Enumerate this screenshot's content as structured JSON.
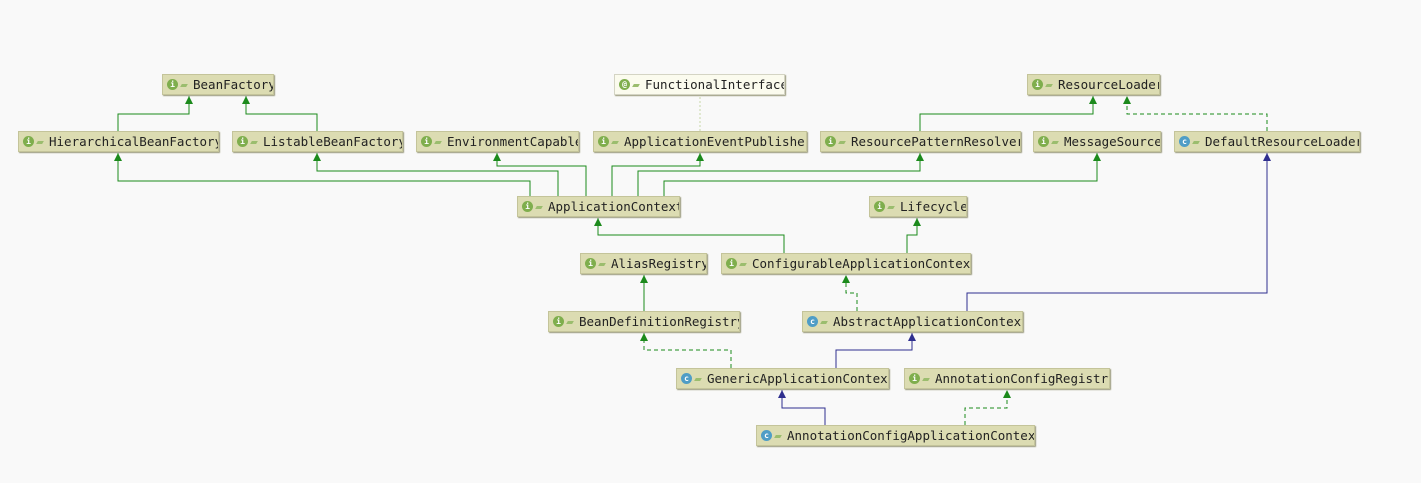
{
  "colors": {
    "extends_interface": "#1c8a1c",
    "extends_class": "#2f2f8f",
    "implements": "#1c8a1c",
    "annotation_link": "#c8d8a8",
    "node_bg": "#dcdcb2"
  },
  "nodes": {
    "bean_factory": {
      "label": "BeanFactory",
      "kind": "interface",
      "badge": "i",
      "icon": "interface-icon"
    },
    "functional_interface": {
      "label": "FunctionalInterface",
      "kind": "annotation",
      "badge": "@",
      "icon": "annotation-icon"
    },
    "resource_loader": {
      "label": "ResourceLoader",
      "kind": "interface",
      "badge": "i",
      "icon": "interface-icon"
    },
    "hierarchical_bean_factory": {
      "label": "HierarchicalBeanFactory",
      "kind": "interface",
      "badge": "i",
      "icon": "interface-icon"
    },
    "listable_bean_factory": {
      "label": "ListableBeanFactory",
      "kind": "interface",
      "badge": "i",
      "icon": "interface-icon"
    },
    "environment_capable": {
      "label": "EnvironmentCapable",
      "kind": "interface",
      "badge": "i",
      "icon": "interface-icon"
    },
    "application_event_publisher": {
      "label": "ApplicationEventPublisher",
      "kind": "interface",
      "badge": "i",
      "icon": "interface-icon"
    },
    "resource_pattern_resolver": {
      "label": "ResourcePatternResolver",
      "kind": "interface",
      "badge": "i",
      "icon": "interface-icon"
    },
    "message_source": {
      "label": "MessageSource",
      "kind": "interface",
      "badge": "i",
      "icon": "interface-icon"
    },
    "default_resource_loader": {
      "label": "DefaultResourceLoader",
      "kind": "class",
      "badge": "c",
      "icon": "class-icon"
    },
    "application_context": {
      "label": "ApplicationContext",
      "kind": "interface",
      "badge": "i",
      "icon": "interface-icon"
    },
    "lifecycle": {
      "label": "Lifecycle",
      "kind": "interface",
      "badge": "i",
      "icon": "interface-icon"
    },
    "alias_registry": {
      "label": "AliasRegistry",
      "kind": "interface",
      "badge": "i",
      "icon": "interface-icon"
    },
    "configurable_application_context": {
      "label": "ConfigurableApplicationContext",
      "kind": "interface",
      "badge": "i",
      "icon": "interface-icon"
    },
    "bean_definition_registry": {
      "label": "BeanDefinitionRegistry",
      "kind": "interface",
      "badge": "i",
      "icon": "interface-icon"
    },
    "abstract_application_context": {
      "label": "AbstractApplicationContext",
      "kind": "class",
      "badge": "c",
      "icon": "class-icon"
    },
    "generic_application_context": {
      "label": "GenericApplicationContext",
      "kind": "class",
      "badge": "c",
      "icon": "class-icon"
    },
    "annotation_config_registry": {
      "label": "AnnotationConfigRegistry",
      "kind": "interface",
      "badge": "i",
      "icon": "interface-icon"
    },
    "annotation_config_application_context": {
      "label": "AnnotationConfigApplicationContext",
      "kind": "class",
      "badge": "c",
      "icon": "class-icon"
    }
  },
  "edges": [
    {
      "from": "hierarchical_bean_factory",
      "to": "bean_factory",
      "type": "extends_interface"
    },
    {
      "from": "listable_bean_factory",
      "to": "bean_factory",
      "type": "extends_interface"
    },
    {
      "from": "application_context",
      "to": "hierarchical_bean_factory",
      "type": "extends_interface"
    },
    {
      "from": "application_context",
      "to": "listable_bean_factory",
      "type": "extends_interface"
    },
    {
      "from": "application_context",
      "to": "environment_capable",
      "type": "extends_interface"
    },
    {
      "from": "application_context",
      "to": "application_event_publisher",
      "type": "extends_interface"
    },
    {
      "from": "application_context",
      "to": "resource_pattern_resolver",
      "type": "extends_interface"
    },
    {
      "from": "application_context",
      "to": "message_source",
      "type": "extends_interface"
    },
    {
      "from": "resource_pattern_resolver",
      "to": "resource_loader",
      "type": "extends_interface"
    },
    {
      "from": "default_resource_loader",
      "to": "resource_loader",
      "type": "implements"
    },
    {
      "from": "application_event_publisher",
      "to": "functional_interface",
      "type": "annotation_link"
    },
    {
      "from": "configurable_application_context",
      "to": "application_context",
      "type": "extends_interface"
    },
    {
      "from": "configurable_application_context",
      "to": "lifecycle",
      "type": "extends_interface"
    },
    {
      "from": "bean_definition_registry",
      "to": "alias_registry",
      "type": "extends_interface"
    },
    {
      "from": "abstract_application_context",
      "to": "configurable_application_context",
      "type": "implements"
    },
    {
      "from": "abstract_application_context",
      "to": "default_resource_loader",
      "type": "extends_class"
    },
    {
      "from": "generic_application_context",
      "to": "abstract_application_context",
      "type": "extends_class"
    },
    {
      "from": "generic_application_context",
      "to": "bean_definition_registry",
      "type": "implements"
    },
    {
      "from": "annotation_config_application_context",
      "to": "generic_application_context",
      "type": "extends_class"
    },
    {
      "from": "annotation_config_application_context",
      "to": "annotation_config_registry",
      "type": "implements"
    }
  ]
}
